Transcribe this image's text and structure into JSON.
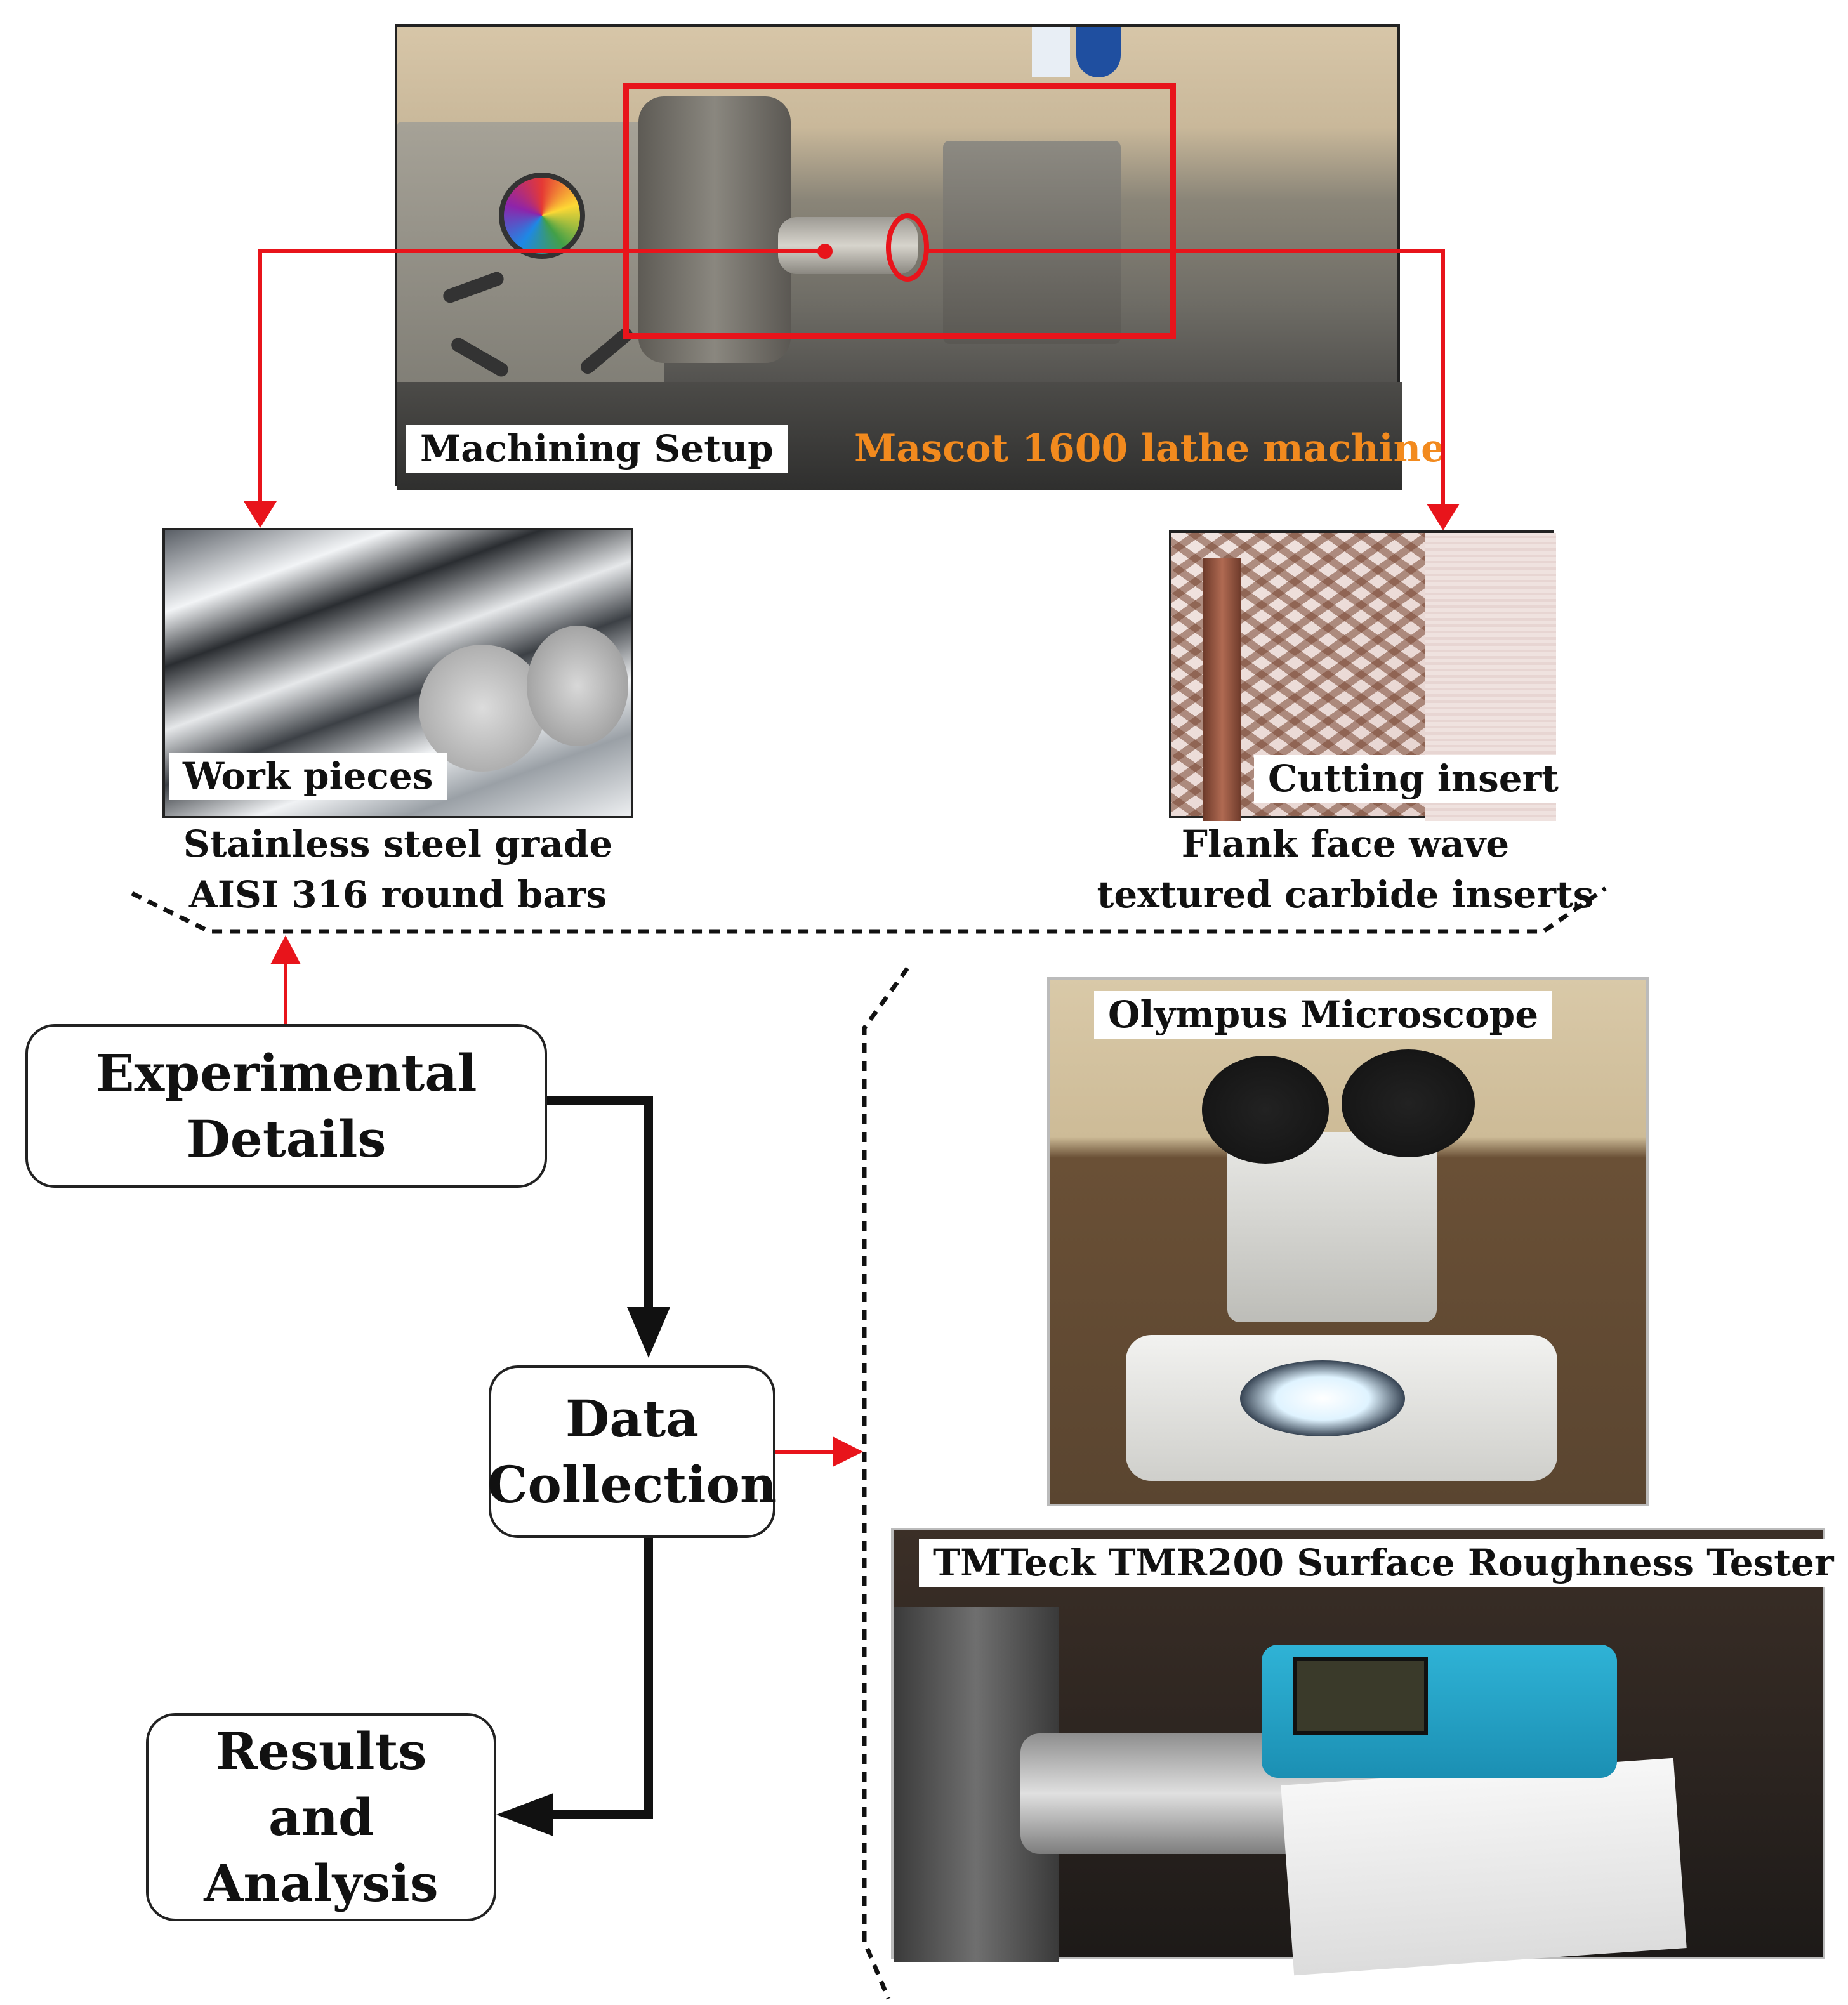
{
  "machining": {
    "label": "Machining Setup",
    "machine": "Mascot 1600 lathe machine"
  },
  "workpiece": {
    "label": "Work pieces",
    "caption_line1": "Stainless steel grade",
    "caption_line2": "AISI 316 round bars"
  },
  "insert": {
    "label": "Cutting insert",
    "caption_line1": "Flank face wave",
    "caption_line2": "textured carbide inserts"
  },
  "microscope": {
    "label": "Olympus Microscope"
  },
  "roughness": {
    "label": "TMTeck TMR200 Surface Roughness Tester"
  },
  "flow": {
    "experimental_line1": "Experimental",
    "experimental_line2": "Details",
    "data_line1": "Data",
    "data_line2": "Collection",
    "results_line1": "Results",
    "results_line2": "and",
    "results_line3": "Analysis"
  },
  "colors": {
    "highlight": "#e8141b",
    "machine_text": "#f28a1e",
    "arrow": "#111111"
  }
}
